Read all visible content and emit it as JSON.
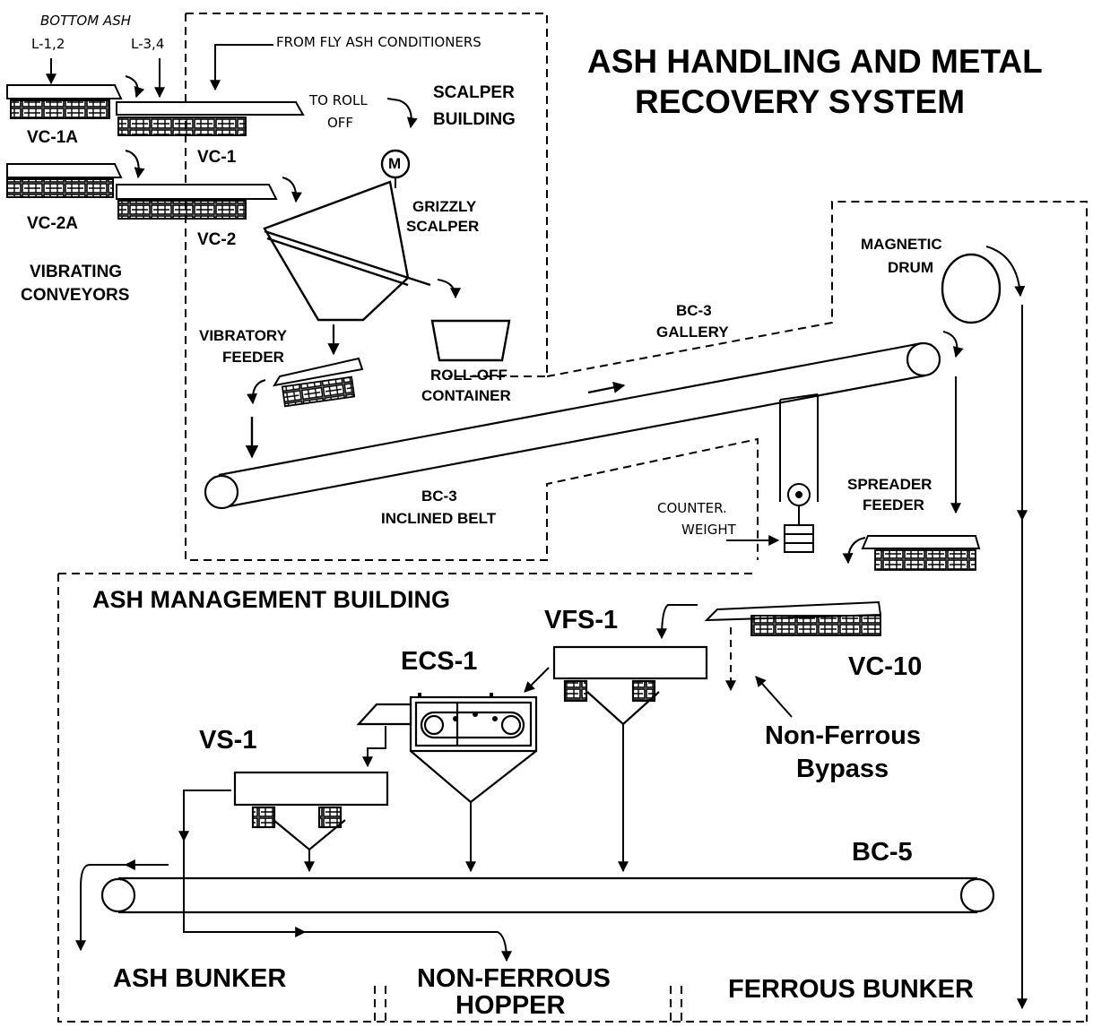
{
  "title": {
    "line1": "ASH HANDLING AND METAL",
    "line2": "RECOVERY SYSTEM"
  },
  "labels": {
    "bottom_ash": "BOTTOM ASH",
    "l12": "L-1,2",
    "l34": "L-3,4",
    "from_fly_ash": "FROM FLY ASH CONDITIONERS",
    "to_roll_off_1": "TO ROLL",
    "to_roll_off_2": "OFF",
    "scalper_building_1": "SCALPER",
    "scalper_building_2": "BUILDING",
    "vc1a": "VC-1A",
    "vc1": "VC-1",
    "vc2a": "VC-2A",
    "vc2": "VC-2",
    "motor": "M",
    "grizzly_1": "GRIZZLY",
    "grizzly_2": "SCALPER",
    "vibrating_conveyors_1": "VIBRATING",
    "vibrating_conveyors_2": "CONVEYORS",
    "vibratory_feeder_1": "VIBRATORY",
    "vibratory_feeder_2": "FEEDER",
    "rolloff_1": "ROLL-OFF",
    "rolloff_2": "CONTAINER",
    "magnetic_drum_1": "MAGNETIC",
    "magnetic_drum_2": "DRUM",
    "bc3_gallery_1": "BC-3",
    "bc3_gallery_2": "GALLERY",
    "bc3_belt_1": "BC-3",
    "bc3_belt_2": "INCLINED BELT",
    "counter_weight_1": "COUNTER.",
    "counter_weight_2": "WEIGHT",
    "spreader_feeder_1": "SPREADER",
    "spreader_feeder_2": "FEEDER",
    "ash_mgmt_building": "ASH MANAGEMENT BUILDING",
    "vfs1": "VFS-1",
    "ecs1": "ECS-1",
    "vc10": "VC-10",
    "vs1": "VS-1",
    "non_ferrous_bypass_1": "Non-Ferrous",
    "non_ferrous_bypass_2": "Bypass",
    "bc5": "BC-5",
    "ash_bunker": "ASH BUNKER",
    "nf_hopper_1": "NON-FERROUS",
    "nf_hopper_2": "HOPPER",
    "ferrous_bunker": "FERROUS BUNKER"
  }
}
